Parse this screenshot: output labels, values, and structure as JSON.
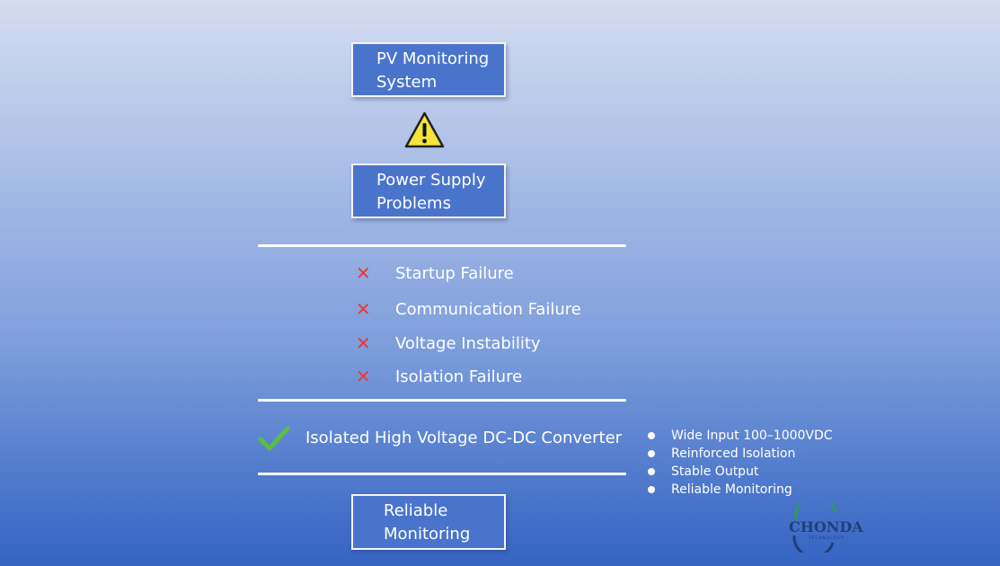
{
  "boxes": {
    "top": {
      "line1": "PV Monitoring",
      "line2": "System"
    },
    "mid": {
      "line1": "Power Supply",
      "line2": "Problems"
    },
    "bottom": {
      "line1": "Reliable",
      "line2": "Monitoring"
    }
  },
  "failures": [
    "Startup Failure",
    "Communication Failure",
    "Voltage Instability",
    "Isolation Failure"
  ],
  "solution": {
    "label": "Isolated High Voltage DC-DC Converter"
  },
  "features": [
    "Wide Input 100–1000VDC",
    "Reinforced Isolation",
    "Stable Output",
    "Reliable Monitoring"
  ],
  "logo": {
    "brand": "CHONDA",
    "sub": "TECHNOLOGY"
  },
  "colors": {
    "box": "#4a74cc",
    "cross": "#e63a3a",
    "check": "#5bbd3e",
    "warning": "#f5e53a"
  }
}
